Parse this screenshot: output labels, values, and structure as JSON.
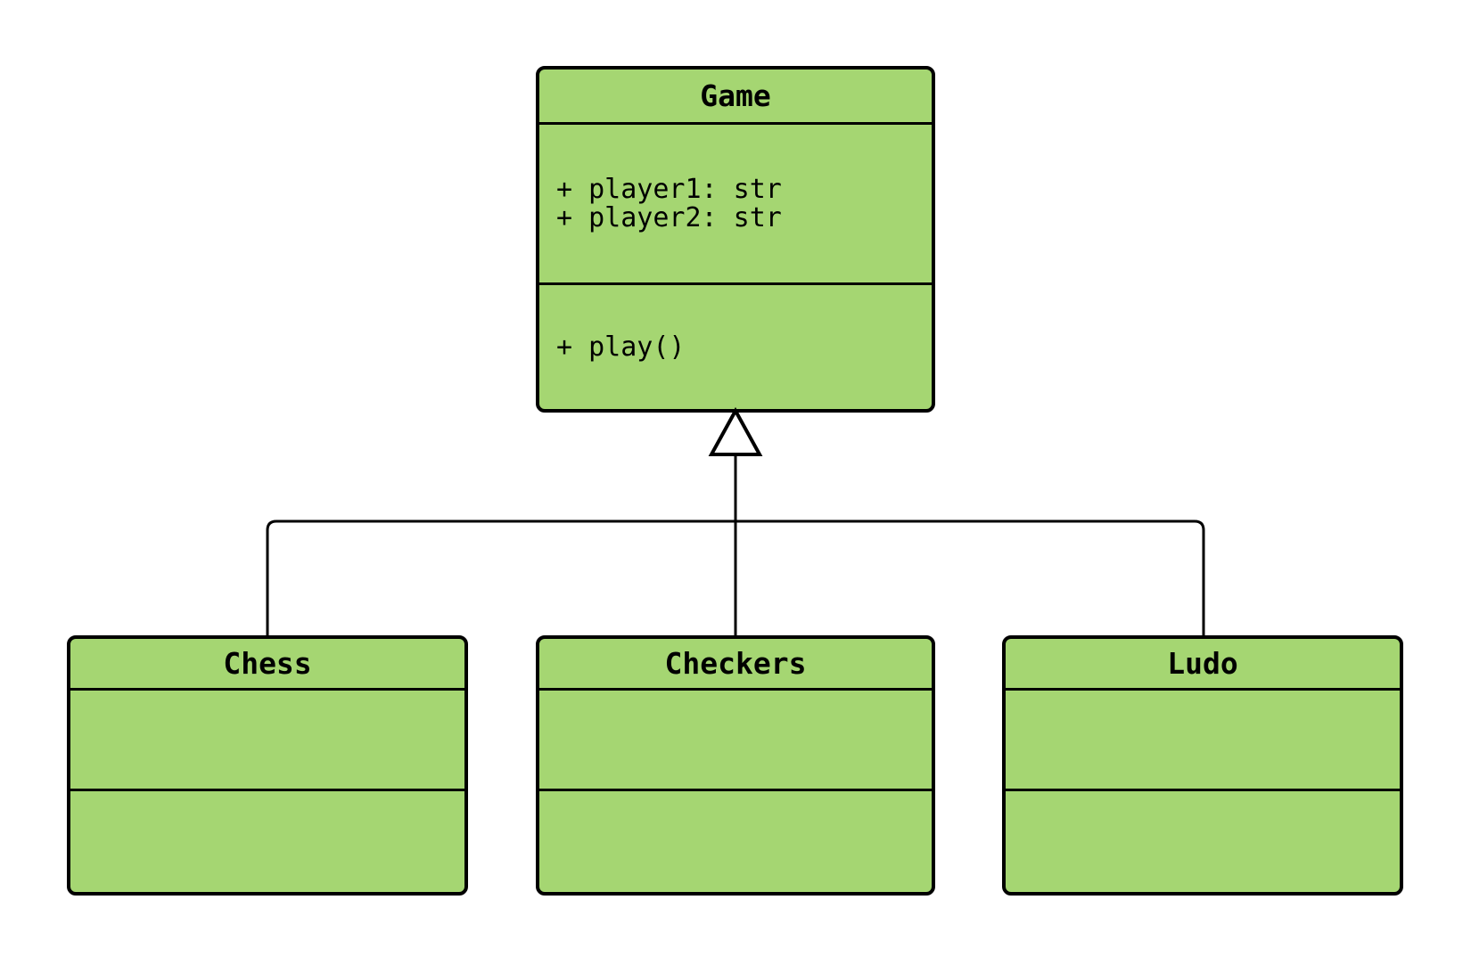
{
  "diagram": {
    "type": "uml-class-diagram",
    "colors": {
      "node_fill": "#a5d672",
      "node_border": "#000000",
      "connector": "#000000",
      "arrowhead_fill": "#ffffff",
      "canvas_background": "#ffffff"
    },
    "classes": [
      {
        "name": "Game",
        "attributes": [
          "+ player1: str",
          "+ player2: str"
        ],
        "methods": [
          "+ play()"
        ]
      },
      {
        "name": "Chess",
        "attributes": [],
        "methods": []
      },
      {
        "name": "Checkers",
        "attributes": [],
        "methods": []
      },
      {
        "name": "Ludo",
        "attributes": [],
        "methods": []
      }
    ],
    "relations": [
      {
        "type": "inheritance",
        "parent": "Game",
        "child": "Chess"
      },
      {
        "type": "inheritance",
        "parent": "Game",
        "child": "Checkers"
      },
      {
        "type": "inheritance",
        "parent": "Game",
        "child": "Ludo"
      }
    ]
  }
}
